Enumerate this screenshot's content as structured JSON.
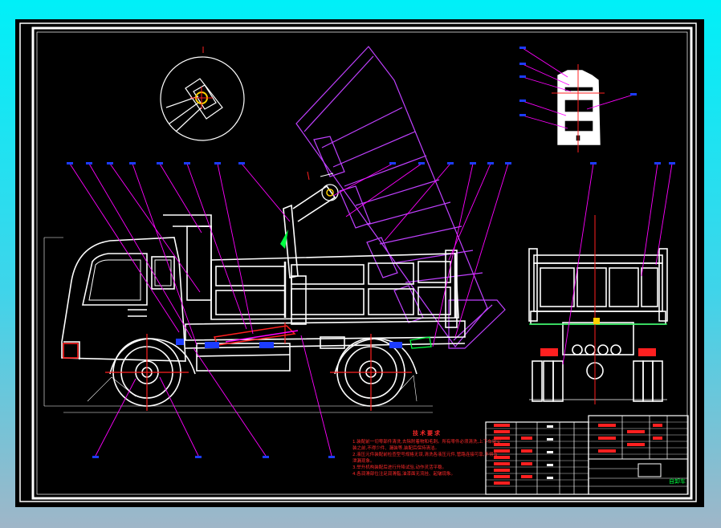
{
  "tech_notes": {
    "heading": "技术要求",
    "lines": [
      "1.装配前一切零部件清洗,去除附着物和毛刺。所有零件必须清洗,上下车架安装之前,不得少件、漏装等,装配后保持清洁。",
      "2.液压元件装配前检查型号规格无误,清洗各液压元件,管路连接可靠,不得有泄漏现象。",
      "3.举升机构装配后进行升降试验,动作灵活平稳。",
      "4.各润滑部位注足润滑脂,油漆面无流挂、起皱现象。"
    ]
  },
  "title_block": {
    "stamp": "自卸车"
  },
  "colors": {
    "outline": "#ffffff",
    "leader": "#ff00ff",
    "center": "#ff2020",
    "accent_blue": "#1c3cff",
    "accent_green": "#00ff40"
  }
}
